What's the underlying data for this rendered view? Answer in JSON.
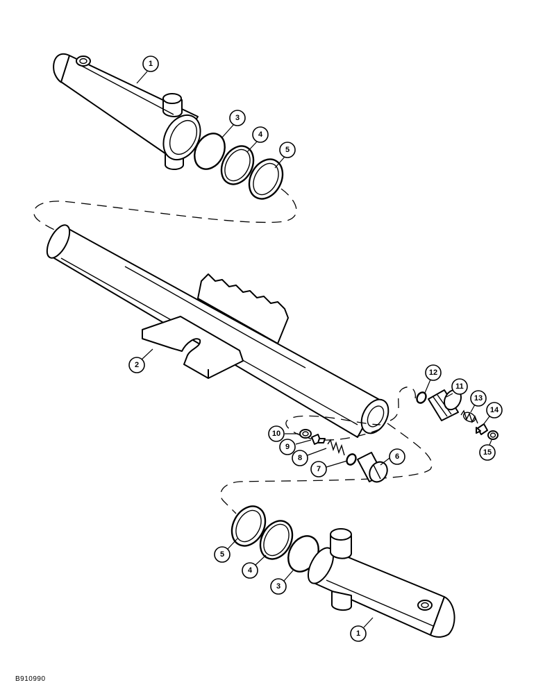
{
  "drawing_ref": "B910990",
  "callouts": [
    {
      "id": "c1a",
      "label": "1"
    },
    {
      "id": "c3a",
      "label": "3"
    },
    {
      "id": "c4a",
      "label": "4"
    },
    {
      "id": "c5a",
      "label": "5"
    },
    {
      "id": "c2",
      "label": "2"
    },
    {
      "id": "c12",
      "label": "12"
    },
    {
      "id": "c11",
      "label": "11"
    },
    {
      "id": "c13",
      "label": "13"
    },
    {
      "id": "c14",
      "label": "14"
    },
    {
      "id": "c15",
      "label": "15"
    },
    {
      "id": "c10",
      "label": "10"
    },
    {
      "id": "c9",
      "label": "9"
    },
    {
      "id": "c8",
      "label": "8"
    },
    {
      "id": "c7",
      "label": "7"
    },
    {
      "id": "c6",
      "label": "6"
    },
    {
      "id": "c5b",
      "label": "5"
    },
    {
      "id": "c4b",
      "label": "4"
    },
    {
      "id": "c3b",
      "label": "3"
    },
    {
      "id": "c1b",
      "label": "1"
    }
  ]
}
